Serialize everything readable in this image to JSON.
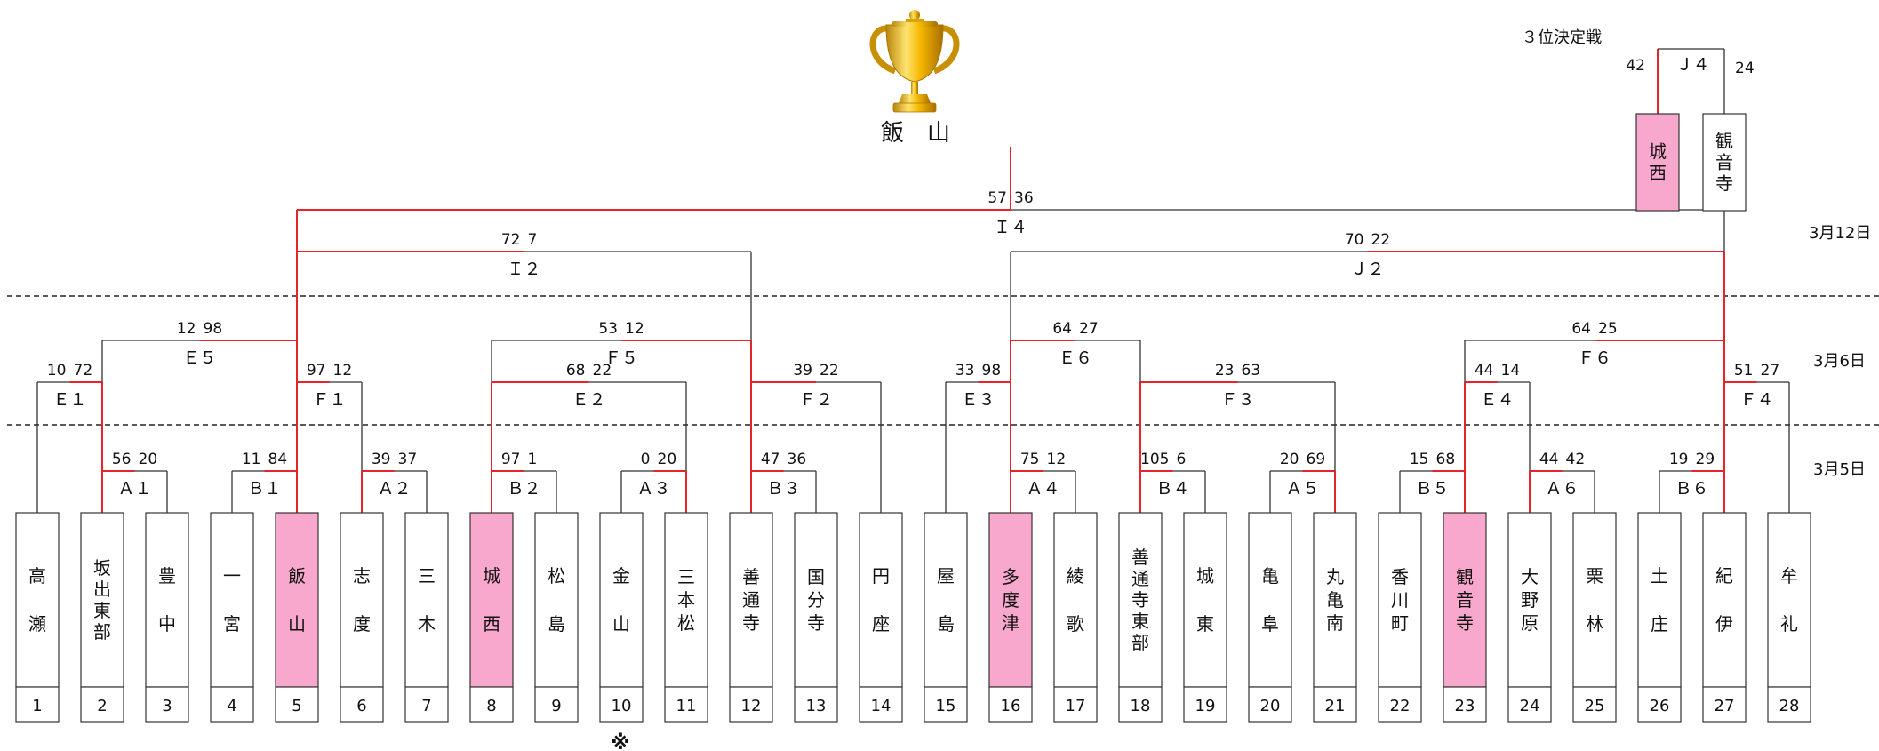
{
  "colors": {
    "win_line": "#e8242b",
    "lose_line": "#333333",
    "highlight_fill": "#f9a8cd",
    "box_border": "#333333",
    "text": "#111111",
    "dash": "#222222",
    "trophy_gold": "#f0b825"
  },
  "icons": {
    "trophy": "trophy-icon"
  },
  "champion": "飯　山",
  "third_place": {
    "title": "３位決定戦",
    "match": "Ｊ４",
    "left_score": "42",
    "right_score": "24"
  },
  "dates": [
    "3月12日",
    "3月6日",
    "3月5日"
  ],
  "footnote_mark": "※",
  "teams": [
    {
      "num": "1",
      "name": "高瀬",
      "highlight": false
    },
    {
      "num": "2",
      "name": "坂出東部",
      "highlight": false
    },
    {
      "num": "3",
      "name": "豊中",
      "highlight": false
    },
    {
      "num": "4",
      "name": "一宮",
      "highlight": false
    },
    {
      "num": "5",
      "name": "飯山",
      "highlight": true
    },
    {
      "num": "6",
      "name": "志度",
      "highlight": false
    },
    {
      "num": "7",
      "name": "三木",
      "highlight": false
    },
    {
      "num": "8",
      "name": "城西",
      "highlight": true
    },
    {
      "num": "9",
      "name": "松島",
      "highlight": false
    },
    {
      "num": "10",
      "name": "金山",
      "highlight": false
    },
    {
      "num": "11",
      "name": "三本松",
      "highlight": false
    },
    {
      "num": "12",
      "name": "善通寺",
      "highlight": false
    },
    {
      "num": "13",
      "name": "国分寺",
      "highlight": false
    },
    {
      "num": "14",
      "name": "円座",
      "highlight": false
    },
    {
      "num": "15",
      "name": "屋島",
      "highlight": false
    },
    {
      "num": "16",
      "name": "多度津",
      "highlight": true
    },
    {
      "num": "17",
      "name": "綾歌",
      "highlight": false
    },
    {
      "num": "18",
      "name": "善通寺東部",
      "highlight": false
    },
    {
      "num": "19",
      "name": "城東",
      "highlight": false
    },
    {
      "num": "20",
      "name": "亀阜",
      "highlight": false
    },
    {
      "num": "21",
      "name": "丸亀南",
      "highlight": false
    },
    {
      "num": "22",
      "name": "香川町",
      "highlight": false
    },
    {
      "num": "23",
      "name": "観音寺",
      "highlight": true
    },
    {
      "num": "24",
      "name": "大野原",
      "highlight": false
    },
    {
      "num": "25",
      "name": "栗林",
      "highlight": false
    },
    {
      "num": "26",
      "name": "土庄",
      "highlight": false
    },
    {
      "num": "27",
      "name": "紀伊",
      "highlight": false
    },
    {
      "num": "28",
      "name": "牟礼",
      "highlight": false
    }
  ],
  "third_place_teams": [
    {
      "name": "城西",
      "highlight": true
    },
    {
      "name": "観音寺",
      "highlight": false
    }
  ],
  "matches": [
    {
      "id": "A1",
      "label": "Ａ１",
      "left": "t2",
      "right": "t3",
      "left_score": "56",
      "right_score": "20",
      "winner": "left"
    },
    {
      "id": "B1",
      "label": "Ｂ１",
      "left": "t4",
      "right": "t5",
      "left_score": "11",
      "right_score": "84",
      "winner": "right"
    },
    {
      "id": "A2",
      "label": "Ａ２",
      "left": "t6",
      "right": "t7",
      "left_score": "39",
      "right_score": "37",
      "winner": "left"
    },
    {
      "id": "B2",
      "label": "Ｂ２",
      "left": "t8",
      "right": "t9",
      "left_score": "97",
      "right_score": "1",
      "winner": "left"
    },
    {
      "id": "A3",
      "label": "Ａ３",
      "left": "t10",
      "right": "t11",
      "left_score": "0",
      "right_score": "20",
      "winner": "right"
    },
    {
      "id": "B3",
      "label": "Ｂ３",
      "left": "t12",
      "right": "t13",
      "left_score": "47",
      "right_score": "36",
      "winner": "left"
    },
    {
      "id": "A4",
      "label": "Ａ４",
      "left": "t16",
      "right": "t17",
      "left_score": "75",
      "right_score": "12",
      "winner": "left"
    },
    {
      "id": "B4",
      "label": "Ｂ４",
      "left": "t18",
      "right": "t19",
      "left_score": "105",
      "right_score": "6",
      "winner": "left"
    },
    {
      "id": "A5",
      "label": "Ａ５",
      "left": "t20",
      "right": "t21",
      "left_score": "20",
      "right_score": "69",
      "winner": "right"
    },
    {
      "id": "B5",
      "label": "Ｂ５",
      "left": "t22",
      "right": "t23",
      "left_score": "15",
      "right_score": "68",
      "winner": "right"
    },
    {
      "id": "A6",
      "label": "Ａ６",
      "left": "t24",
      "right": "t25",
      "left_score": "44",
      "right_score": "42",
      "winner": "left"
    },
    {
      "id": "B6",
      "label": "Ｂ６",
      "left": "t26",
      "right": "t27",
      "left_score": "19",
      "right_score": "29",
      "winner": "right"
    },
    {
      "id": "E1",
      "label": "Ｅ１",
      "left": "t1",
      "right": "A1",
      "left_score": "10",
      "right_score": "72",
      "winner": "right"
    },
    {
      "id": "F1",
      "label": "Ｆ１",
      "left": "B1",
      "right": "A2",
      "left_score": "97",
      "right_score": "12",
      "winner": "left"
    },
    {
      "id": "E2",
      "label": "Ｅ２",
      "left": "B2",
      "right": "A3",
      "left_score": "68",
      "right_score": "22",
      "winner": "left"
    },
    {
      "id": "F2",
      "label": "Ｆ２",
      "left": "B3",
      "right": "t14",
      "left_score": "39",
      "right_score": "22",
      "winner": "left"
    },
    {
      "id": "E3",
      "label": "Ｅ３",
      "left": "t15",
      "right": "A4",
      "left_score": "33",
      "right_score": "98",
      "winner": "right"
    },
    {
      "id": "F3",
      "label": "Ｆ３",
      "left": "B4",
      "right": "A5",
      "left_score": "23",
      "right_score": "63",
      "winner": "left"
    },
    {
      "id": "E4",
      "label": "Ｅ４",
      "left": "B5",
      "right": "A6",
      "left_score": "44",
      "right_score": "14",
      "winner": "left"
    },
    {
      "id": "F4",
      "label": "Ｆ４",
      "left": "B6",
      "right": "t28",
      "left_score": "51",
      "right_score": "27",
      "winner": "left"
    },
    {
      "id": "E5",
      "label": "Ｅ５",
      "left": "E1",
      "right": "F1",
      "left_score": "12",
      "right_score": "98",
      "winner": "right"
    },
    {
      "id": "F5",
      "label": "Ｆ５",
      "left": "E2",
      "right": "F2",
      "left_score": "53",
      "right_score": "12",
      "winner": "right"
    },
    {
      "id": "E6",
      "label": "Ｅ６",
      "left": "E3",
      "right": "F3",
      "left_score": "64",
      "right_score": "27",
      "winner": "left"
    },
    {
      "id": "F6",
      "label": "Ｆ６",
      "left": "E4",
      "right": "F4",
      "left_score": "64",
      "right_score": "25",
      "winner": "right"
    },
    {
      "id": "I2",
      "label": "Ｉ２",
      "left": "E5",
      "right": "F5",
      "left_score": "72",
      "right_score": "7",
      "winner": "left"
    },
    {
      "id": "J2",
      "label": "Ｊ２",
      "left": "E6",
      "right": "F6",
      "left_score": "70",
      "right_score": "22",
      "winner": "right"
    },
    {
      "id": "I4",
      "label": "Ｉ４",
      "left": "I2",
      "right": "J2",
      "left_score": "57",
      "right_score": "36",
      "winner": "left"
    }
  ]
}
